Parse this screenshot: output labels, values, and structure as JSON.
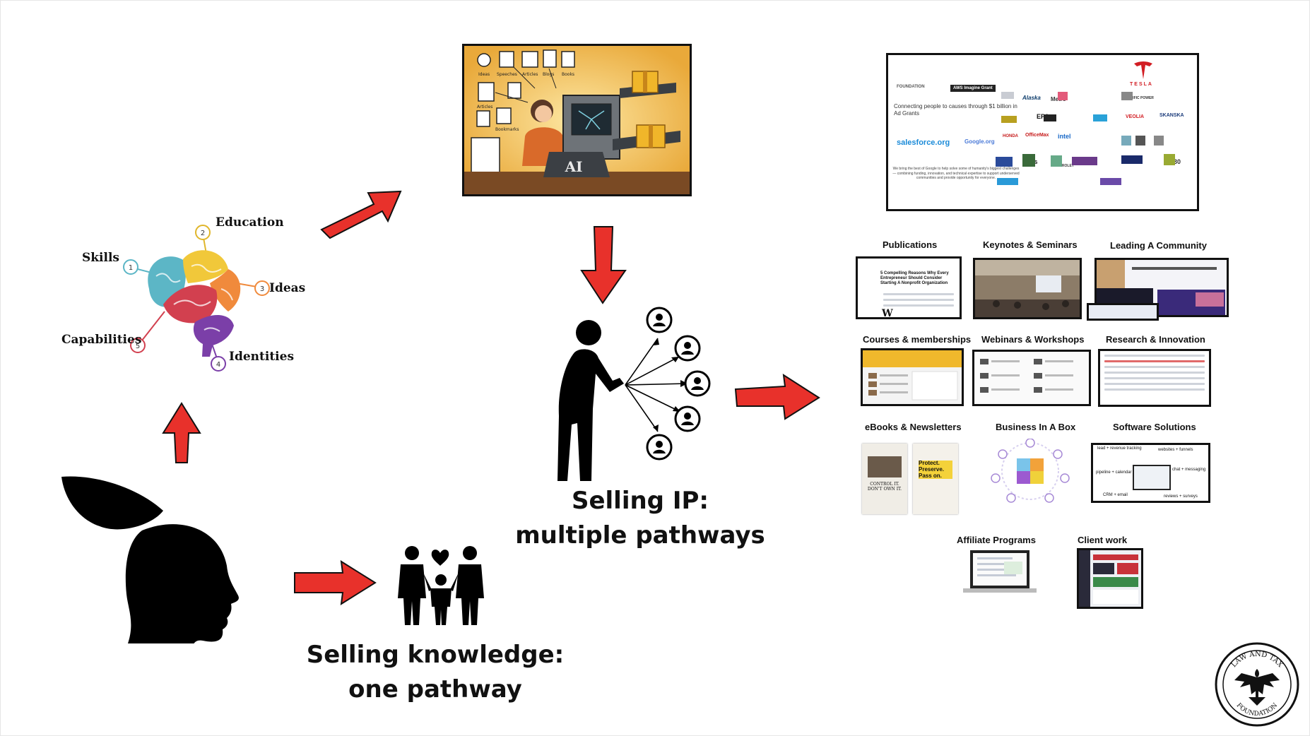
{
  "brain_labels": {
    "skills": "Skills",
    "education": "Education",
    "ideas": "Ideas",
    "capabilities": "Capabilities",
    "identities": "Identities"
  },
  "brain_numbers": [
    "1",
    "2",
    "3",
    "5",
    "4"
  ],
  "captions": {
    "selling_ip_line1": "Selling IP:",
    "selling_ip_line2": "multiple pathways",
    "selling_knowledge_line1": "Selling knowledge:",
    "selling_knowledge_line2": "one pathway"
  },
  "ai_panel": {
    "doc_labels": [
      "Ideas",
      "Speeches",
      "Articles",
      "Blogs",
      "Books",
      "Articles",
      "Bookmarks"
    ],
    "laptop_text": "AI"
  },
  "sponsor_panel": {
    "org_name": "FOUNDATION",
    "badge": "AWS Imagine Grant",
    "headline": "Connecting people to causes through $1 billion in Ad Grants",
    "body": "We bring the best of Google to help solve some of humanity's biggest challenges — combining funding, innovation, and technical expertise to support underserved communities and provide opportunity for everyone.",
    "logos": [
      "salesforce.org",
      "Google.org",
      "TESLA",
      "Alaska",
      "Metro",
      "PACIFIC POWER",
      "SKANSKA",
      "EPA",
      "VEOLIA",
      "HONDA",
      "OfficeMax",
      "intel",
      "aps",
      "CHEVROLET",
      "2030"
    ]
  },
  "pathways": [
    {
      "label": "Publications"
    },
    {
      "label": "Keynotes & Seminars"
    },
    {
      "label": "Leading A Community"
    },
    {
      "label": "Courses & memberships"
    },
    {
      "label": "Webinars & Workshops"
    },
    {
      "label": "Research & Innovation"
    },
    {
      "label": "eBooks & Newsletters"
    },
    {
      "label": "Business In A Box"
    },
    {
      "label": "Software Solutions"
    },
    {
      "label": "Affiliate Programs"
    },
    {
      "label": "Client work"
    }
  ],
  "thumb_text": {
    "publication_title": "5 Compelling Reasons Why Every Entrepreneur Should Consider Starting A Nonprofit Organization",
    "ebook_left": "CONTROL IT. DON'T OWN IT.",
    "ebook_right": "Protect. Preserve. Pass on.",
    "software_labels": [
      "lead + revenue tracking",
      "websites + funnels",
      "pipeline + calendar",
      "chat + messaging",
      "CRM + email",
      "reviews + surveys"
    ]
  },
  "seal": {
    "top": "LAW AND TAX",
    "bottom": "FOUNDATION"
  },
  "colors": {
    "arrow_red": "#e8312b",
    "ink": "#111111",
    "ai_bg": "#f6c453",
    "brain": [
      "#5cb6c6",
      "#f1c83a",
      "#f08a3c",
      "#d2404f",
      "#7b3fa8"
    ]
  }
}
